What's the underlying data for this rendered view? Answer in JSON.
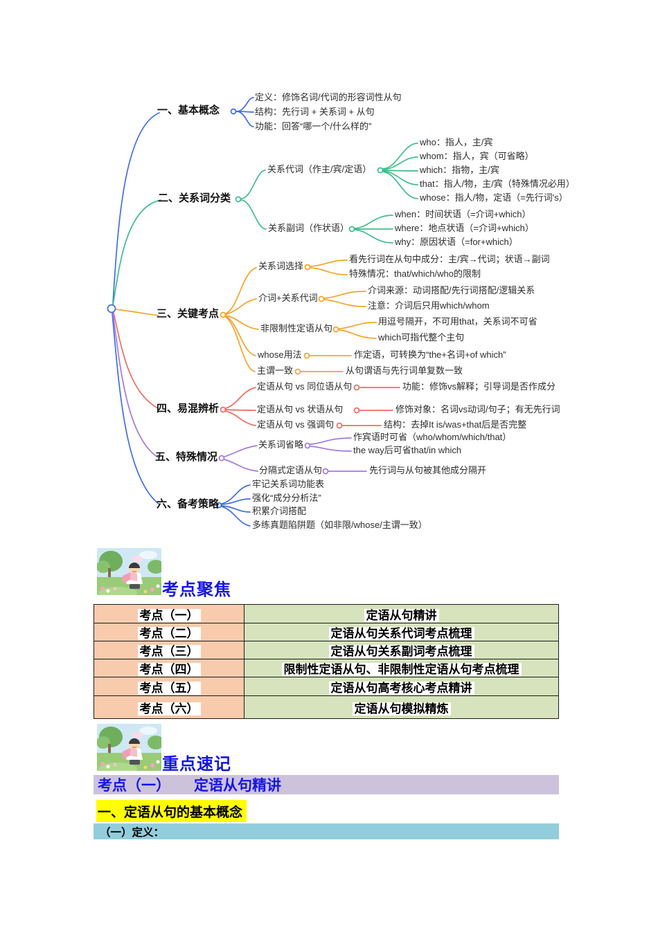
{
  "colors": {
    "branch_blue": "#3E6FE3",
    "branch_green": "#3FBE8E",
    "branch_orange": "#F5A42A",
    "branch_red": "#EF6C62",
    "branch_purple": "#A678DE",
    "table_left_bg": "#F8CBAD",
    "table_right_bg": "#D6E3BC",
    "band_purple": "#CCC2DC",
    "band_blue": "#92CDDC",
    "highlight_yellow": "#FFFF00",
    "heading_blue": "#1414E6"
  },
  "mindmap": {
    "branches": [
      {
        "label": "一、基本概念",
        "children": [
          {
            "label": "定义：修饰名词/代词的形容词性从句"
          },
          {
            "label": "结构：先行词 + 关系词 + 从句"
          },
          {
            "label": "功能：回答“哪一个/什么样的”"
          }
        ]
      },
      {
        "label": "二、关系词分类",
        "children": [
          {
            "label": "关系代词（作主/宾/定语）",
            "children": [
              {
                "label": "who：指人，主/宾"
              },
              {
                "label": "whom：指人，宾（可省略）"
              },
              {
                "label": "which：指物，主/宾"
              },
              {
                "label": "that：指人/物，主/宾（特殊情况必用）"
              },
              {
                "label": "whose：指人/物，定语（=先行词's）"
              }
            ]
          },
          {
            "label": "关系副词（作状语）",
            "children": [
              {
                "label": "when：时间状语（=介词+which）"
              },
              {
                "label": "where：地点状语（=介词+which）"
              },
              {
                "label": "why：原因状语（=for+which）"
              }
            ]
          }
        ]
      },
      {
        "label": "三、关键考点",
        "children": [
          {
            "label": "关系词选择",
            "children": [
              {
                "label": "看先行词在从句中成分：主/宾→代词；状语→副词"
              },
              {
                "label": "特殊情况：that/which/who的限制"
              }
            ]
          },
          {
            "label": "介词+关系代词",
            "children": [
              {
                "label": "介词来源：动词搭配/先行词搭配/逻辑关系"
              },
              {
                "label": "注意：介词后只用which/whom"
              }
            ]
          },
          {
            "label": "非限制性定语从句",
            "children": [
              {
                "label": "用逗号隔开，不可用that，关系词不可省"
              },
              {
                "label": "which可指代整个主句"
              }
            ]
          },
          {
            "label": "whose用法",
            "children": [
              {
                "label": "作定语，可转换为“the+名词+of which”"
              }
            ]
          },
          {
            "label": "主谓一致",
            "children": [
              {
                "label": "从句谓语与先行词单复数一致"
              }
            ]
          }
        ]
      },
      {
        "label": "四、易混辨析",
        "children": [
          {
            "label": "定语从句 vs 同位语从句",
            "children": [
              {
                "label": "功能：修饰vs解释；引导词是否作成分"
              }
            ]
          },
          {
            "label": "定语从句 vs 状语从句",
            "children": [
              {
                "label": "修饰对象：名词vs动词/句子；有无先行词"
              }
            ]
          },
          {
            "label": "定语从句 vs 强调句",
            "children": [
              {
                "label": "结构：去掉It is/was+that后是否完整"
              }
            ]
          }
        ]
      },
      {
        "label": "五、特殊情况",
        "children": [
          {
            "label": "关系词省略",
            "children": [
              {
                "label": "作宾语时可省（who/whom/which/that）"
              },
              {
                "label": "the way后可省that/in which"
              }
            ]
          },
          {
            "label": "分隔式定语从句",
            "children": [
              {
                "label": "先行词与从句被其他成分隔开"
              }
            ]
          }
        ]
      },
      {
        "label": "六、备考策略",
        "children": [
          {
            "label": "牢记关系词功能表"
          },
          {
            "label": "强化“成分分析法”"
          },
          {
            "label": "积累介词搭配"
          },
          {
            "label": "多练真题陷阱题（如非限/whose/主谓一致）"
          }
        ]
      }
    ]
  },
  "sections": {
    "focus_title": "考点聚焦",
    "table_rows": [
      {
        "left": "考点（一）",
        "right": "定语从句精讲"
      },
      {
        "left": "考点（二）",
        "right": "定语从句关系代词考点梳理"
      },
      {
        "left": "考点（三）",
        "right": "定语从句关系副词考点梳理"
      },
      {
        "left": "考点（四）",
        "right": "限制性定语从句、非限制性定语从句考点梳理"
      },
      {
        "left": "考点（五）",
        "right": "定语从句高考核心考点精讲"
      },
      {
        "left": "考点（六）",
        "right": "定语从句模拟精炼"
      }
    ],
    "quick_title": "重点速记",
    "topic_band": {
      "prefix": "考点（一）",
      "title": "定语从句精讲"
    },
    "yellow_heading": "一、定语从句的基本概念",
    "blue_subheading": "（一）定义："
  },
  "images": {
    "illustration": "reading-boy-in-garden"
  }
}
